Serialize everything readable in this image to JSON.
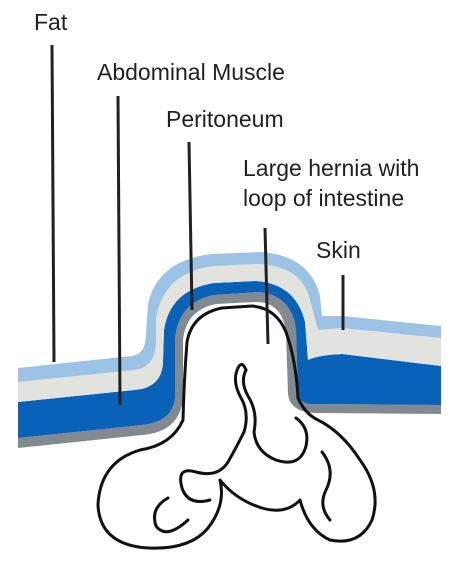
{
  "labels": {
    "fat": "Fat",
    "muscle": "Abdominal Muscle",
    "peritoneum": "Peritoneum",
    "hernia_line1": "Large hernia with",
    "hernia_line2": "loop of intestine",
    "skin": "Skin"
  },
  "colors": {
    "skin": "#9cc3e6",
    "fat": "#e2e3df",
    "muscle": "#0a62b8",
    "peritoneum": "#828a91",
    "intestine_outline": "#111111",
    "leader_lines": "#231f20"
  }
}
